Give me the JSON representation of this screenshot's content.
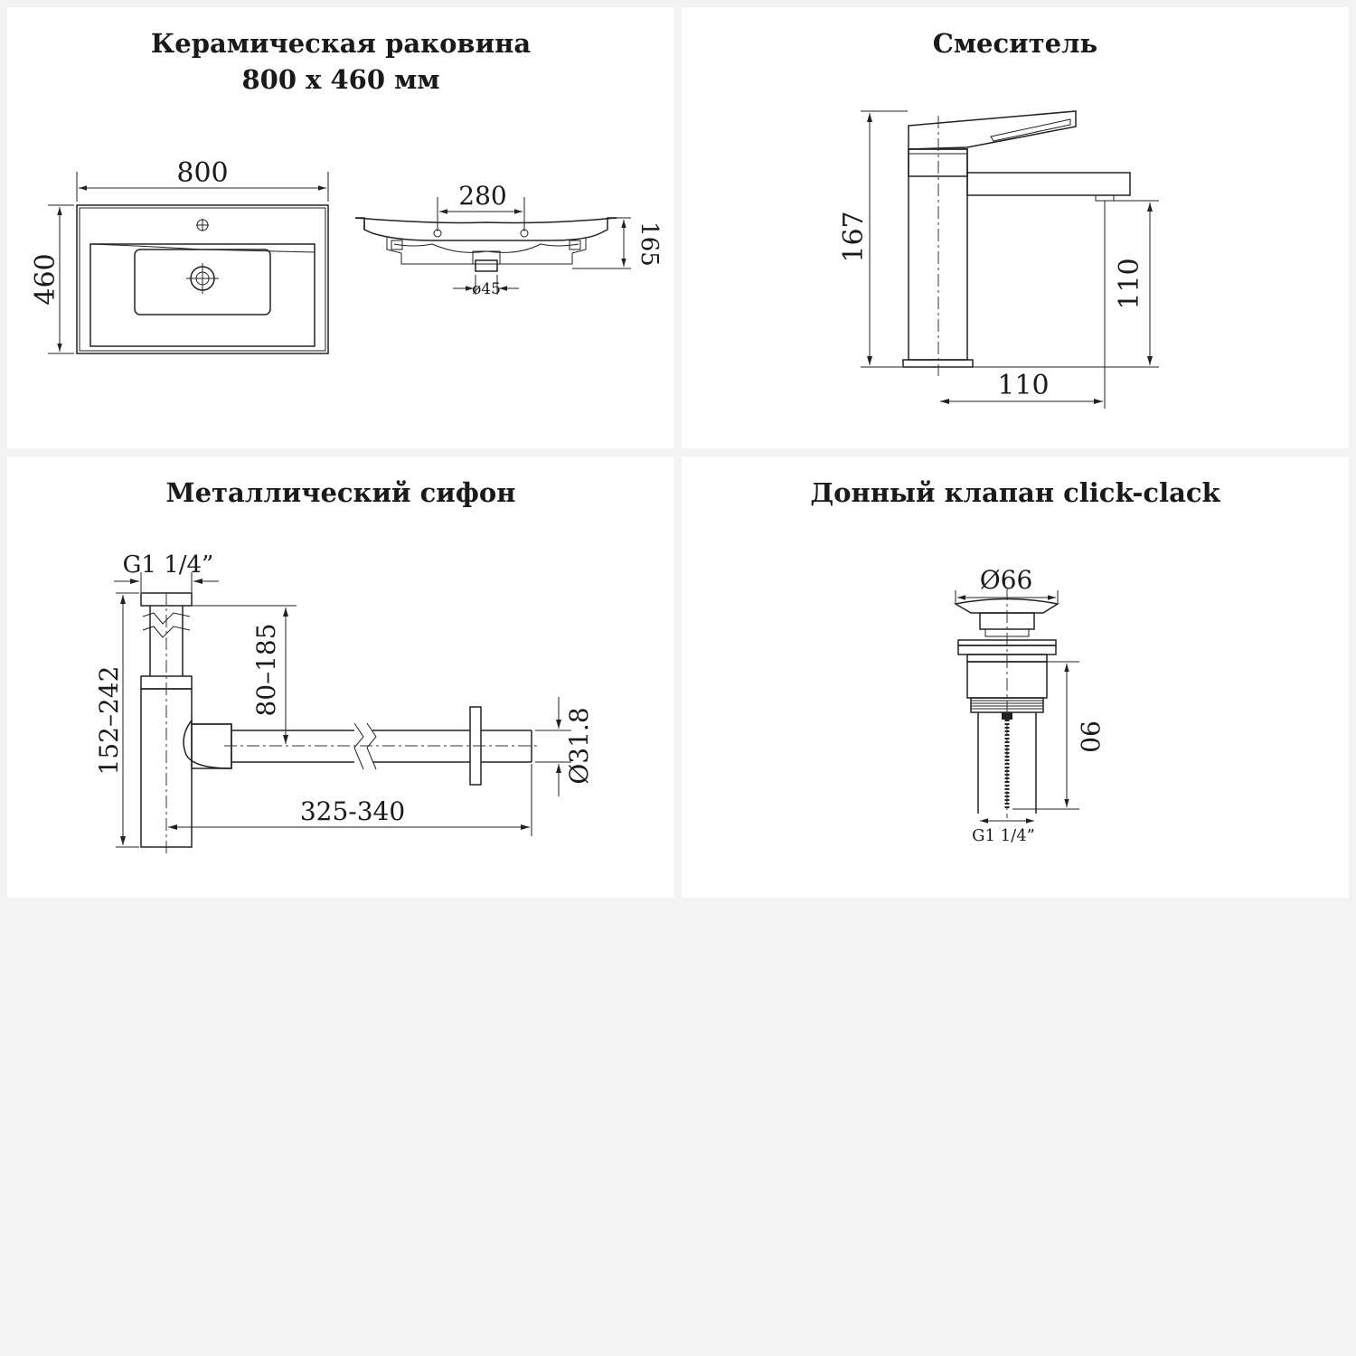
{
  "panels": {
    "sink": {
      "title_line1": "Керамическая раковина",
      "title_line2": "800 х 460 мм",
      "dims": {
        "width": "800",
        "depth": "460",
        "holes": "280",
        "height": "165",
        "drain": "ø45"
      }
    },
    "faucet": {
      "title": "Смеситель",
      "dims": {
        "height": "167",
        "spout_height": "110",
        "spout_reach": "110"
      }
    },
    "siphon": {
      "title": "Металлический сифон",
      "dims": {
        "thread": "G1 1/4”",
        "height_range": "152–242",
        "offset_range": "80–185",
        "length_range": "325-340",
        "pipe_diameter": "Ø31.8"
      }
    },
    "valve": {
      "title": "Донный клапан click-clack",
      "dims": {
        "diameter": "Ø66",
        "height": "90",
        "thread": "G1 1/4”"
      }
    }
  },
  "colors": {
    "background": "#f3f3f3",
    "panel": "#ffffff",
    "line": "#222222"
  }
}
